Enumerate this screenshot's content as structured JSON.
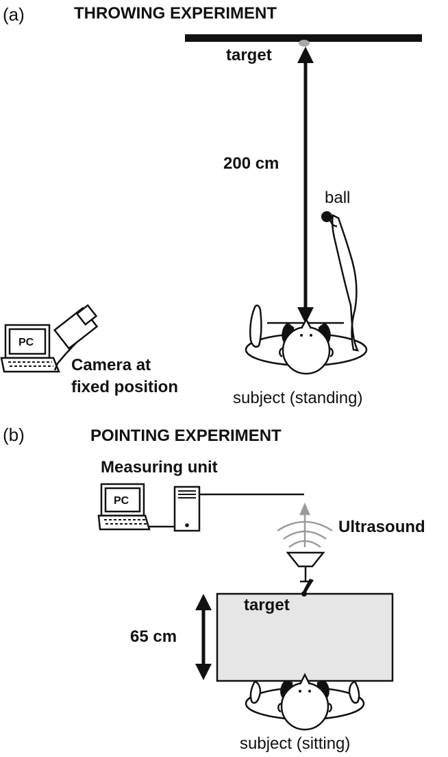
{
  "panel_a": {
    "letter": "(a)",
    "title": "THROWING EXPERIMENT",
    "target_label": "target",
    "distance_label": "200 cm",
    "ball_label": "ball",
    "pc_label": "PC",
    "camera_label_line1": "Camera at",
    "camera_label_line2": "fixed position",
    "subject_label": "subject (standing)"
  },
  "panel_b": {
    "letter": "(b)",
    "title": "POINTING EXPERIMENT",
    "measuring_label": "Measuring unit",
    "pc_label": "PC",
    "ultrasound_label": "Ultrasound",
    "target_label": "target",
    "distance_label": "65 cm",
    "subject_label": "subject (sitting)"
  },
  "colors": {
    "ink": "#111111",
    "table_fill": "#e6e6e6",
    "gray_marker": "#a8a8a8",
    "wave_gray": "#9a9a9a"
  }
}
